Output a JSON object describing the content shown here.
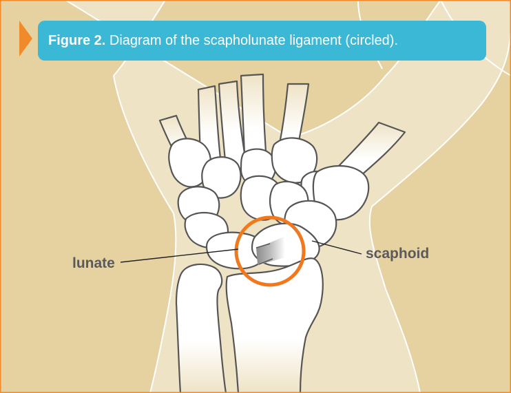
{
  "figure": {
    "caption_label": "Figure 2.",
    "caption_text": "Diagram of the scapholunate ligament (circled)."
  },
  "labels": {
    "lunate": "lunate",
    "scaphoid": "scaphoid"
  },
  "colors": {
    "background": "#e6d2a0",
    "forearm_skin": "#efe3c6",
    "frame": "#f08a2a",
    "caption_box": "#3ab8d6",
    "highlight_circle": "#f0781e",
    "bone_outline": "#555555",
    "label_text": "#5a5a5a"
  },
  "icons": {
    "caption_marker": "orange-chevron-arrow"
  }
}
